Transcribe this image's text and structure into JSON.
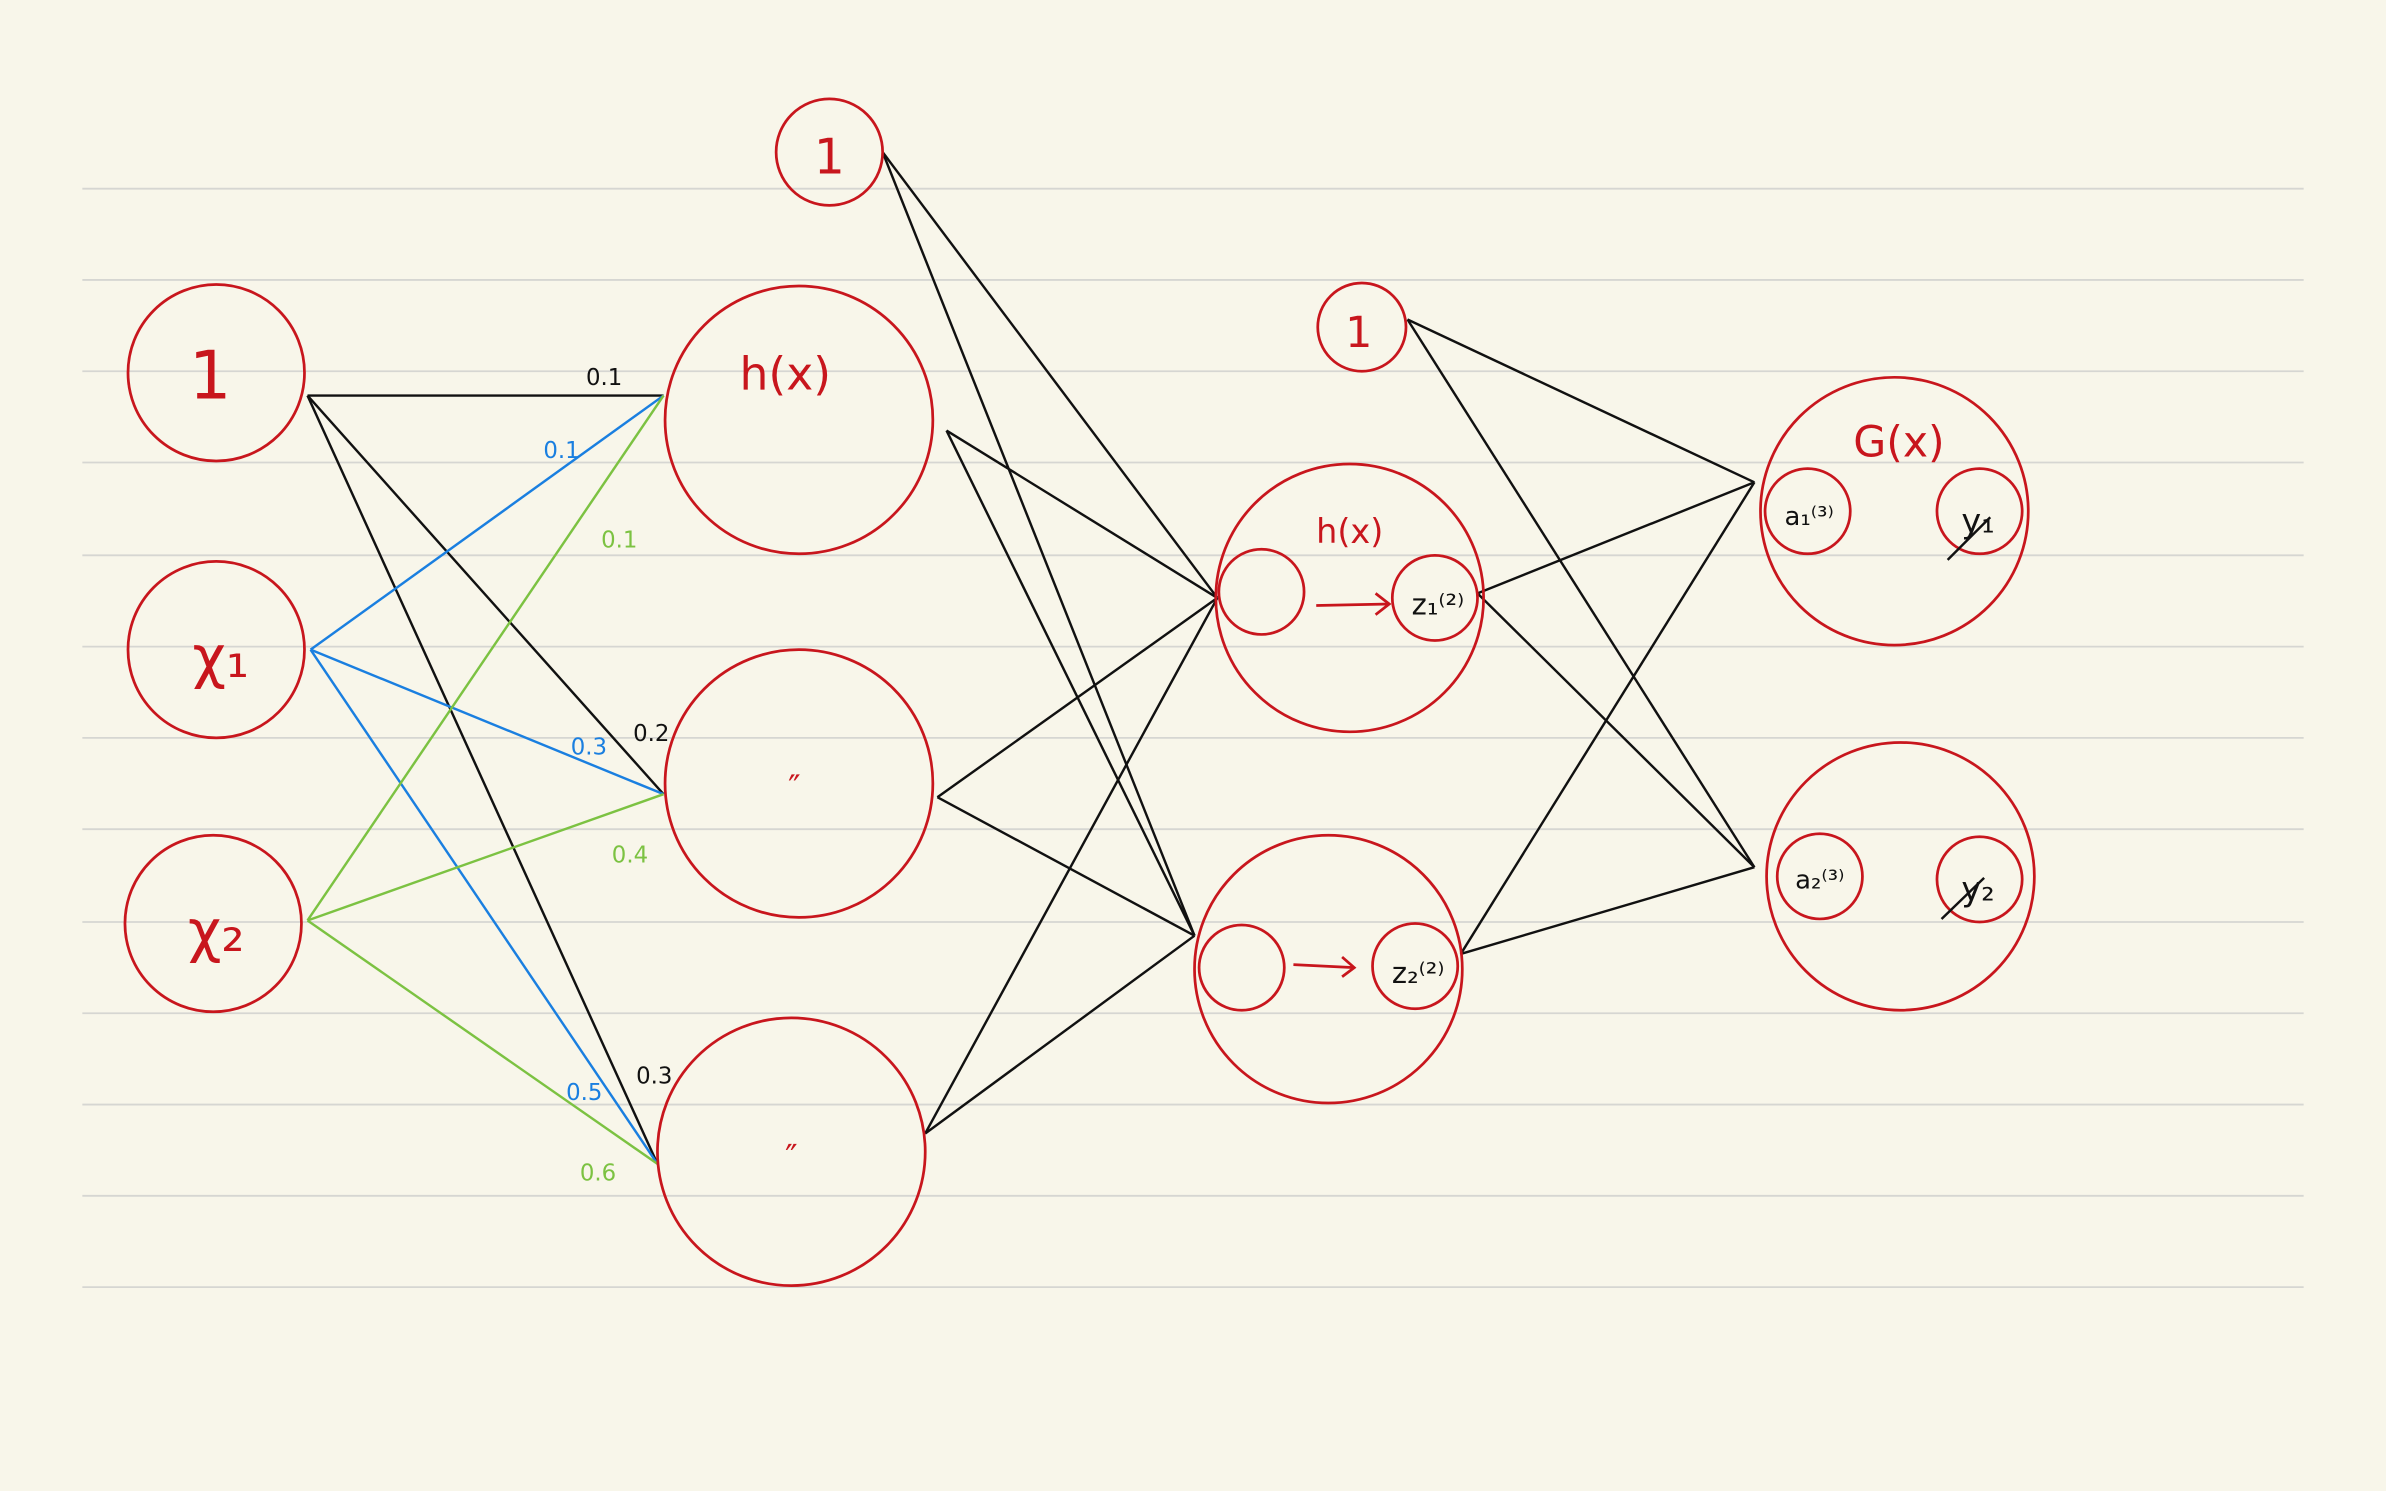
{
  "colors": {
    "background": "#f8f6ea",
    "node": "#c8161d",
    "bias_edges": "#111111",
    "x1_edges": "#1a7fe0",
    "x2_edges": "#7cc242"
  },
  "input_layer": {
    "bias": "1",
    "x1": "χ₁",
    "x2": "χ₂"
  },
  "hidden_layer_1": {
    "bias": "1",
    "h1": "h(x)",
    "h2": "″",
    "h3": "″"
  },
  "hidden_layer_2": {
    "bias": "1",
    "label": "h(x)",
    "z1": "z₁⁽²⁾",
    "z2": "z₂⁽²⁾"
  },
  "output_layer": {
    "label": "G(x)",
    "a1": "a₁⁽³⁾",
    "a2": "a₂⁽³⁾",
    "y1": "y₁",
    "y2": "y₂"
  },
  "weights": {
    "bias_h1": "0.1",
    "x1_h1": "0.1",
    "x2_h1": "0.1",
    "bias_h2": "0.2",
    "x1_h2": "0.3",
    "x2_h2": "0.4",
    "bias_h3": "0.3",
    "x1_h3": "0.5",
    "x2_h3": "0.6"
  }
}
